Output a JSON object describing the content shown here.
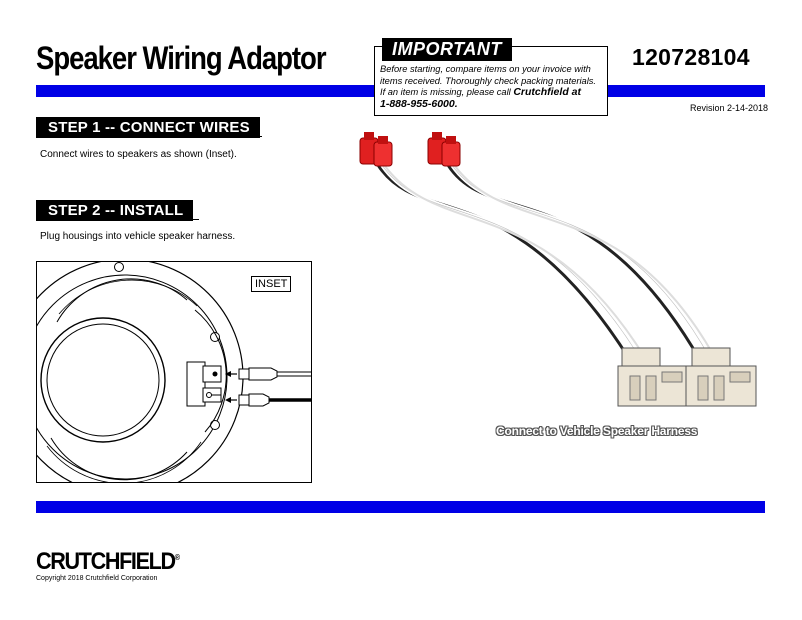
{
  "header": {
    "title": "Speaker Wiring Adaptor",
    "part_number": "120728104",
    "revision": "Revision 2-14-2018"
  },
  "important": {
    "tag": "IMPORTANT",
    "line1": "Before starting, compare items on your invoice with",
    "line2": "items received.  Thoroughly check packing materials.",
    "line3_prefix": "If an item is missing, please call ",
    "line3_bold": "Crutchfield at",
    "line4": "1-888-955-6000."
  },
  "steps": [
    {
      "label": "STEP 1 -- CONNECT WIRES",
      "text": "Connect wires to speakers as shown (Inset)."
    },
    {
      "label": "STEP 2 -- INSTALL",
      "text": "Plug housings into vehicle speaker harness."
    }
  ],
  "inset": {
    "label": "INSET"
  },
  "harness": {
    "caption": "Connect to Vehicle Speaker Harness"
  },
  "footer": {
    "logo": "CRUTCHFIELD",
    "trademark": "®",
    "copyright": "Copyright 2018  Crutchfield Corporation"
  },
  "colors": {
    "accent_bar": "#0000e6",
    "connector_red": "#e02020",
    "housing": "#ece5d6"
  }
}
